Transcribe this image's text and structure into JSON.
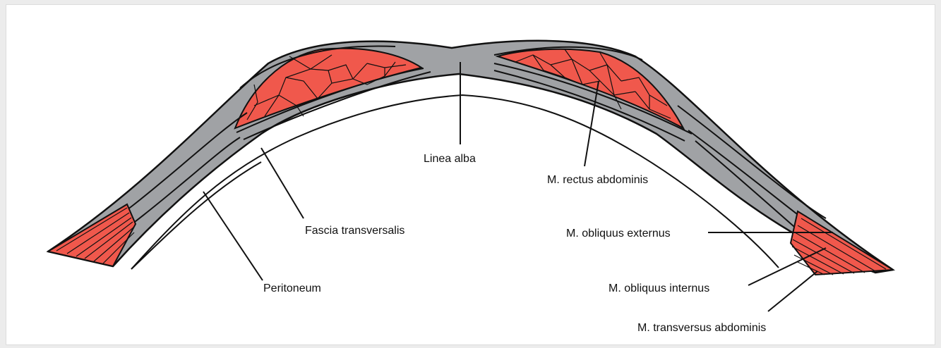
{
  "diagram": {
    "labels": {
      "linea_alba": "Linea alba",
      "rectus": "M. rectus abdominis",
      "fascia": "Fascia transversalis",
      "obliquus_externus": "M. obliquus externus",
      "obliquus_internus": "M. obliquus internus",
      "transversus": "M. transversus abdominis",
      "peritoneum": "Peritoneum"
    },
    "colors": {
      "muscle": "#f0584c",
      "fascia": "#a0a2a5",
      "outline": "#111111",
      "background": "#ffffff"
    }
  }
}
